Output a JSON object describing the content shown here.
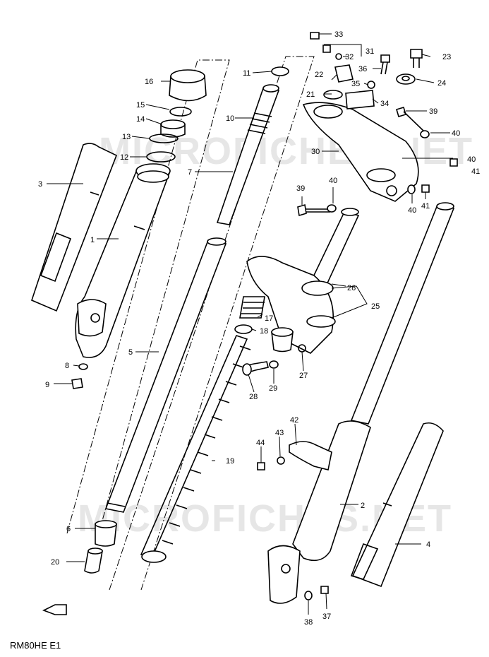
{
  "watermark": "MICROFICHES.NET",
  "footer_code": "RM80HE E1",
  "parts": [
    "1",
    "2",
    "3",
    "4",
    "5",
    "6",
    "7",
    "8",
    "9",
    "10",
    "11",
    "12",
    "13",
    "14",
    "15",
    "16",
    "17",
    "18",
    "19",
    "20",
    "21",
    "22",
    "23",
    "24",
    "25",
    "26",
    "27",
    "28",
    "29",
    "30",
    "31",
    "32",
    "33",
    "34",
    "35",
    "36",
    "37",
    "38",
    "39",
    "40",
    "41",
    "42",
    "43",
    "44"
  ],
  "duplicate_labels": [
    "39",
    "40",
    "40",
    "40",
    "40",
    "41"
  ]
}
